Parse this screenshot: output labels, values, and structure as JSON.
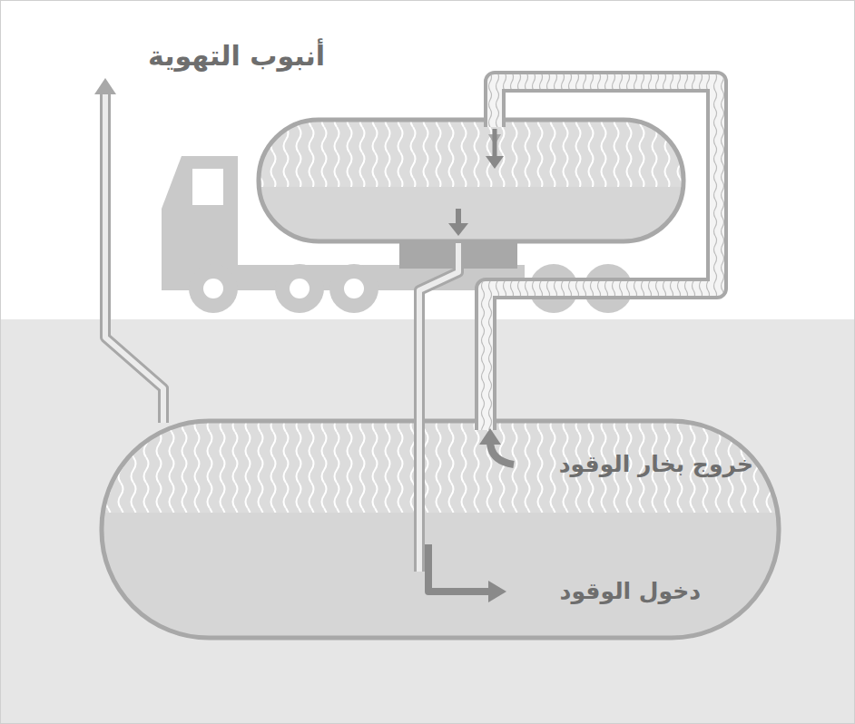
{
  "diagram": {
    "labels": [
      "أنبوب التهوية",
      "خروج بخار الوقود",
      "دخول الوقود"
    ]
  }
}
